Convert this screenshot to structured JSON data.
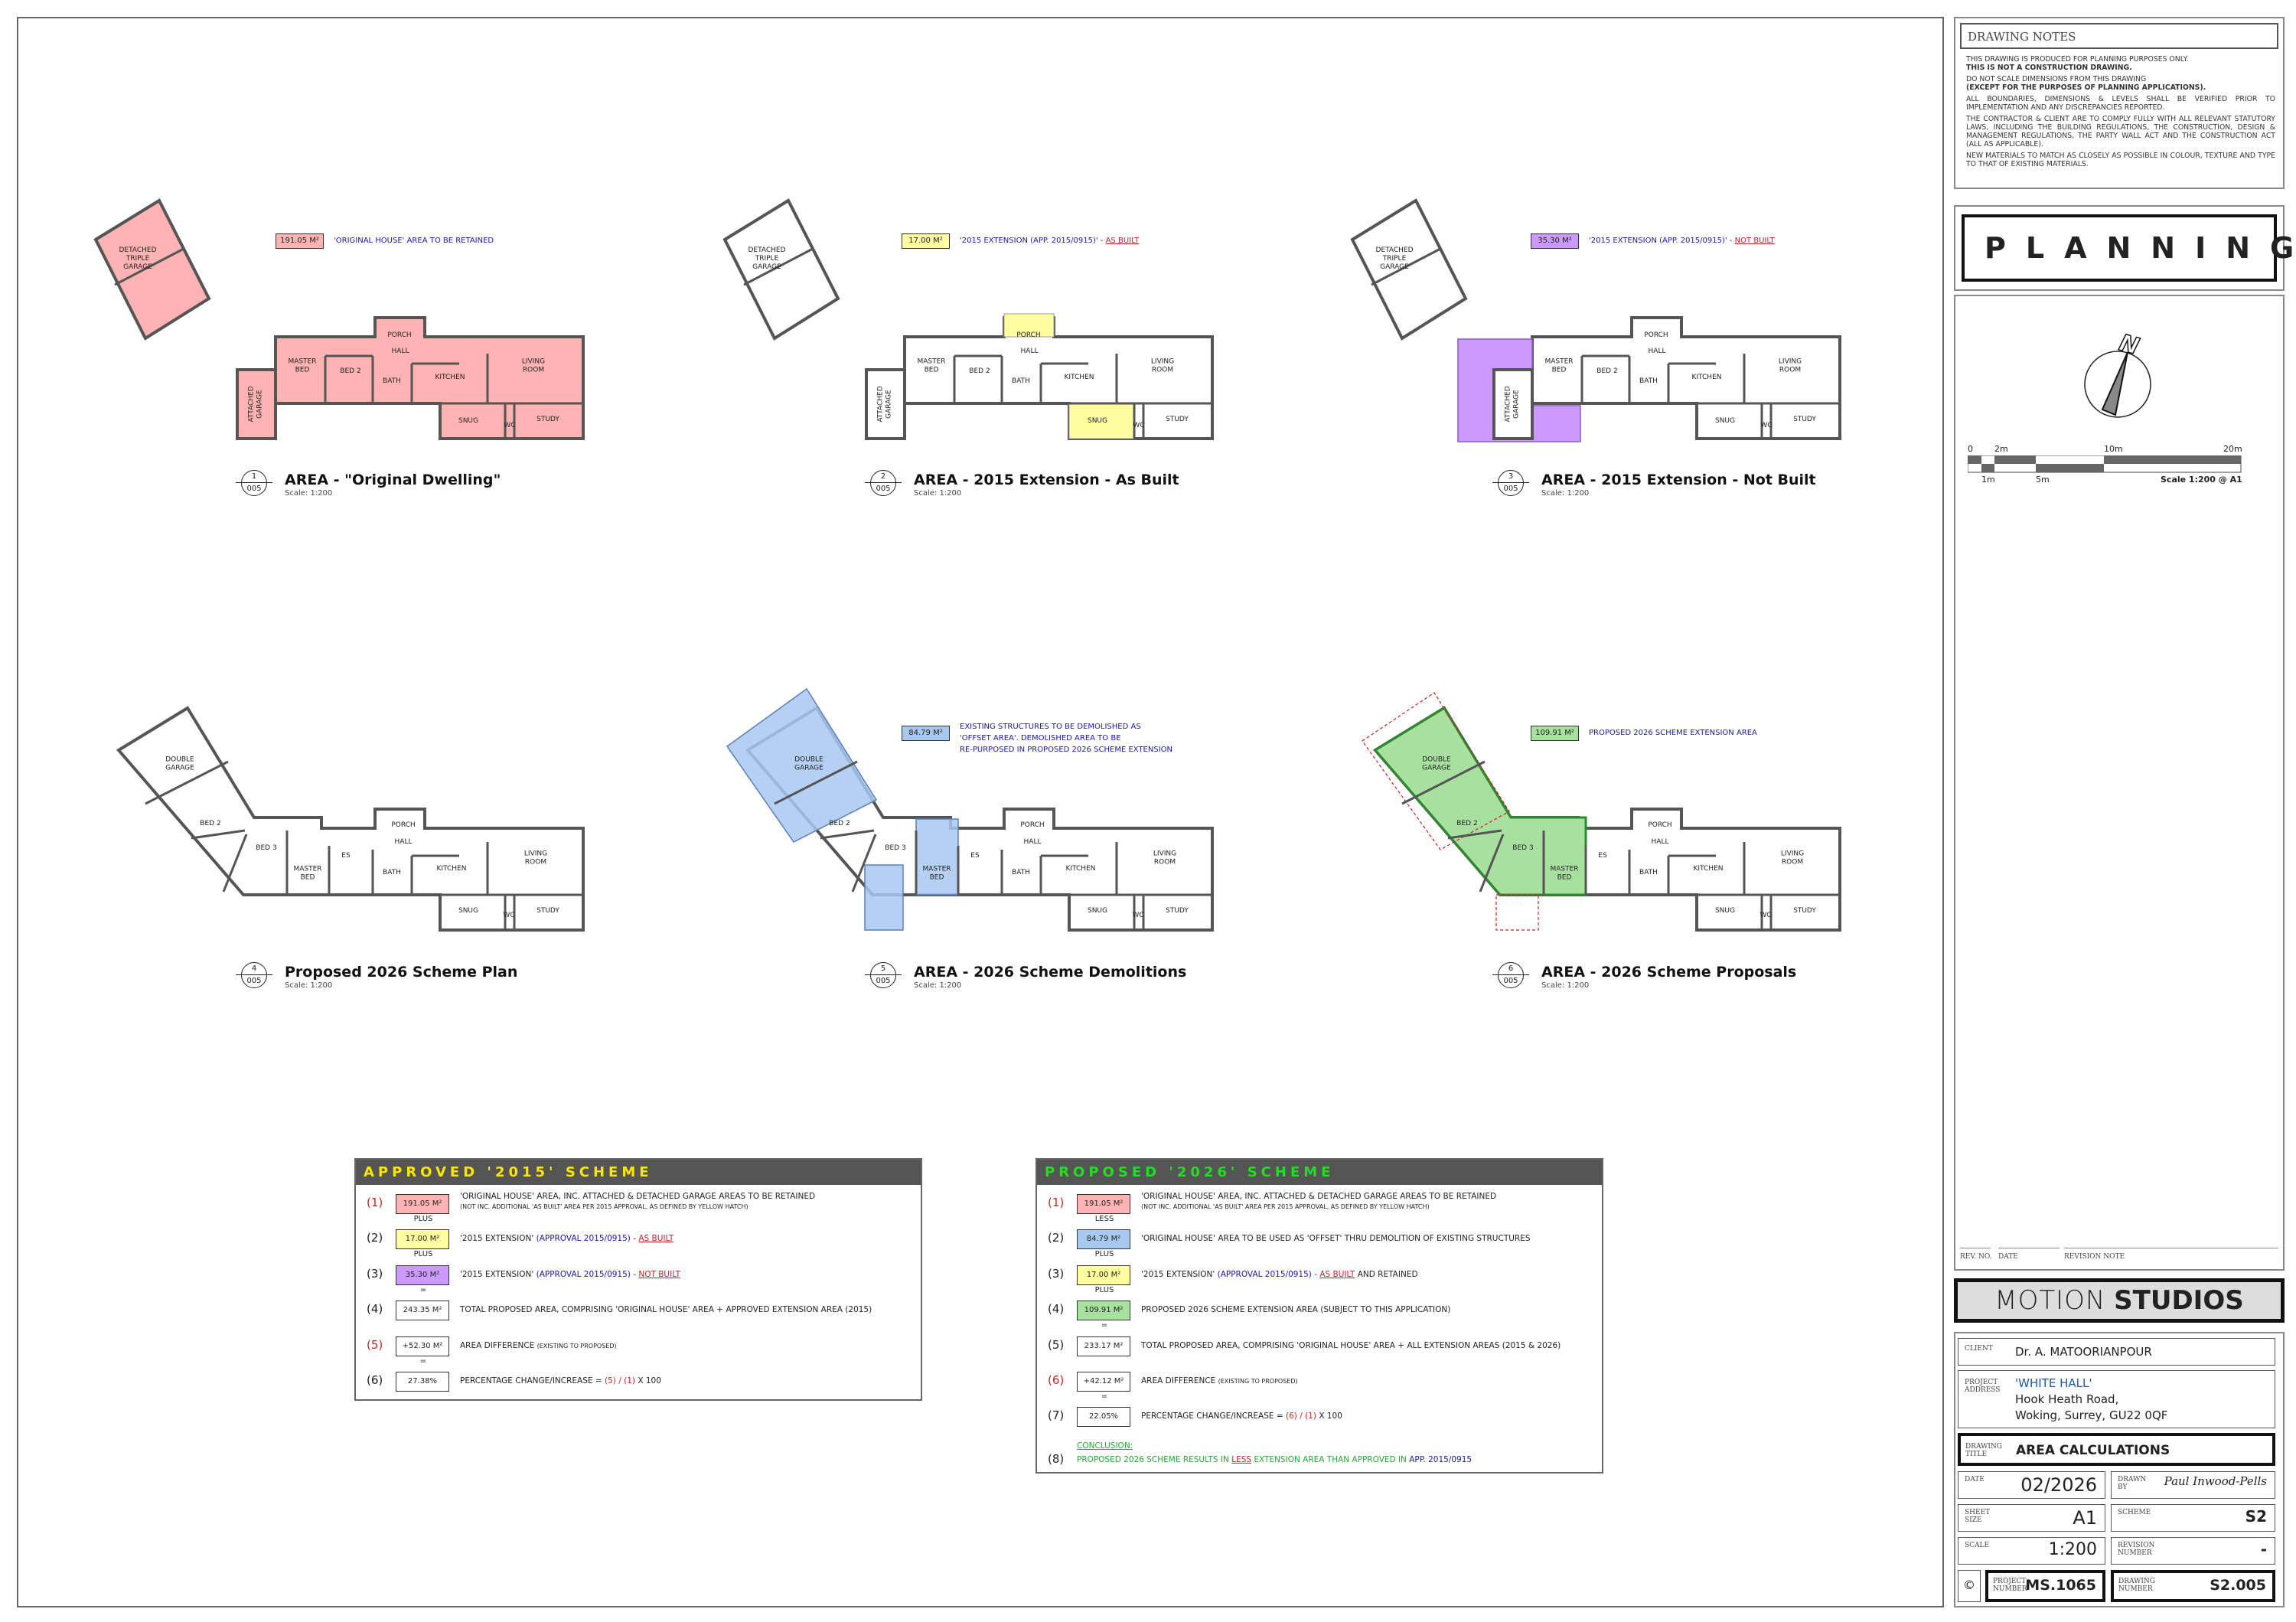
{
  "colors": {
    "original": "#ffb3b3",
    "as_built": "#ffffa0",
    "not_built": "#cc99ff",
    "demolition": "#a8c8f0",
    "proposed": "#a8e0a0",
    "red": "#cc2222",
    "blue": "#1a1aa8",
    "green": "#22aa33"
  },
  "plans": [
    {
      "num": "1",
      "sheet": "005",
      "title": "AREA - \"Original Dwelling\"",
      "scale": "Scale:  1:200",
      "tag_value": "191.05 M²",
      "tag_text": [
        {
          "t": "'ORIGINAL HOUSE' AREA TO BE RETAINED"
        }
      ]
    },
    {
      "num": "2",
      "sheet": "005",
      "title": "AREA - 2015 Extension - As Built",
      "scale": "Scale:  1:200",
      "tag_value": "17.00 M²",
      "tag_text": [
        {
          "t": "'2015 EXTENSION (APP. 2015/0915)' - "
        },
        {
          "t": "AS BUILT",
          "c": "red",
          "u": true
        }
      ]
    },
    {
      "num": "3",
      "sheet": "005",
      "title": "AREA - 2015 Extension - Not Built",
      "scale": "Scale:  1:200",
      "tag_value": "35.30 M²",
      "tag_text": [
        {
          "t": "'2015 EXTENSION (APP. 2015/0915)' - "
        },
        {
          "t": "NOT BUILT",
          "c": "red",
          "u": true
        }
      ]
    },
    {
      "num": "4",
      "sheet": "005",
      "title": "Proposed 2026 Scheme Plan",
      "scale": "Scale:  1:200"
    },
    {
      "num": "5",
      "sheet": "005",
      "title": "AREA - 2026 Scheme Demolitions",
      "scale": "Scale:  1:200",
      "tag_value": "84.79 M²",
      "tag_text": [
        {
          "t": "EXISTING STRUCTURES TO BE DEMOLISHED AS"
        },
        {
          "t": "'OFFSET AREA'.  DEMOLISHED AREA TO BE",
          "br": true
        },
        {
          "t": "RE-PURPOSED IN PROPOSED 2026 SCHEME EXTENSION",
          "br": true
        }
      ]
    },
    {
      "num": "6",
      "sheet": "005",
      "title": "AREA - 2026 Scheme Proposals",
      "scale": "Scale:  1:200",
      "tag_value": "109.91 M²",
      "tag_text": [
        {
          "t": "PROPOSED 2026 SCHEME EXTENSION AREA"
        }
      ]
    }
  ],
  "rooms_existing": [
    "DETACHED TRIPLE GARAGE",
    "ATTACHED GARAGE",
    "MASTER BED",
    "BED 2",
    "BATH",
    "KITCHEN",
    "LIVING ROOM",
    "HALL",
    "PORCH",
    "SNUG",
    "WC",
    "STUDY"
  ],
  "rooms_proposed": [
    "DOUBLE GARAGE",
    "BED 2",
    "BED 3",
    "MASTER BED",
    "ES",
    "BATH",
    "KITCHEN",
    "LIVING ROOM",
    "HALL",
    "PORCH",
    "SNUG",
    "WC",
    "STUDY"
  ],
  "approved_table": {
    "title": "APPROVED '2015' SCHEME",
    "rows": [
      {
        "n": "(1)",
        "nred": true,
        "value": "191.05 M²",
        "fill": "original",
        "text": [
          {
            "t": "'ORIGINAL HOUSE' AREA, INC. ATTACHED & DETACHED GARAGE AREAS TO BE RETAINED"
          }
        ],
        "sub": "(NOT INC. ADDITIONAL 'AS BUILT' AREA PER 2015 APPROVAL, AS DEFINED BY YELLOW HATCH)",
        "conn": "PLUS"
      },
      {
        "n": "(2)",
        "value": "17.00 M²",
        "fill": "as_built",
        "text": [
          {
            "t": "'2015 EXTENSION' "
          },
          {
            "t": "(APPROVAL 2015/0915)",
            "c": "blue"
          },
          {
            "t": " - "
          },
          {
            "t": "AS BUILT",
            "c": "red",
            "u": true
          }
        ],
        "conn": "PLUS"
      },
      {
        "n": "(3)",
        "value": "35.30 M²",
        "fill": "not_built",
        "text": [
          {
            "t": "'2015 EXTENSION' "
          },
          {
            "t": "(APPROVAL 2015/0915)",
            "c": "blue"
          },
          {
            "t": " - "
          },
          {
            "t": "NOT BUILT",
            "c": "red",
            "u": true
          }
        ],
        "conn": "="
      },
      {
        "n": "(4)",
        "value": "243.35 M²",
        "text": [
          {
            "t": "TOTAL PROPOSED AREA, COMPRISING 'ORIGINAL HOUSE' AREA + APPROVED EXTENSION AREA (2015)"
          }
        ]
      },
      {
        "n": "(5)",
        "nred": true,
        "value": "+52.30 M²",
        "text": [
          {
            "t": "AREA DIFFERENCE  "
          },
          {
            "t": "(EXISTING TO PROPOSED)",
            "small": true
          }
        ],
        "conn": "="
      },
      {
        "n": "(6)",
        "value": "27.38%",
        "text": [
          {
            "t": "PERCENTAGE CHANGE/INCREASE  =  "
          },
          {
            "t": "(5) / (1)",
            "c": "red"
          },
          {
            "t": " X 100"
          }
        ]
      }
    ]
  },
  "proposed_table": {
    "title": "PROPOSED '2026' SCHEME",
    "rows": [
      {
        "n": "(1)",
        "nred": true,
        "value": "191.05 M²",
        "fill": "original",
        "text": [
          {
            "t": "'ORIGINAL HOUSE' AREA, INC. ATTACHED & DETACHED GARAGE AREAS TO BE RETAINED"
          }
        ],
        "sub": "(NOT INC. ADDITIONAL 'AS BUILT' AREA PER 2015 APPROVAL, AS DEFINED BY YELLOW HATCH)",
        "conn": "LESS"
      },
      {
        "n": "(2)",
        "value": "84.79 M²",
        "fill": "demolition",
        "text": [
          {
            "t": "'ORIGINAL HOUSE' AREA TO BE USED AS 'OFFSET' THRU DEMOLITION OF EXISTING STRUCTURES"
          }
        ],
        "conn": "PLUS"
      },
      {
        "n": "(3)",
        "value": "17.00 M²",
        "fill": "as_built",
        "text": [
          {
            "t": "'2015 EXTENSION' "
          },
          {
            "t": "(APPROVAL 2015/0915)",
            "c": "blue"
          },
          {
            "t": " - "
          },
          {
            "t": "AS BUILT",
            "c": "red",
            "u": true
          },
          {
            "t": " AND RETAINED"
          }
        ],
        "conn": "PLUS"
      },
      {
        "n": "(4)",
        "value": "109.91 M²",
        "fill": "proposed",
        "text": [
          {
            "t": "PROPOSED 2026 SCHEME EXTENSION AREA (SUBJECT TO THIS APPLICATION)"
          }
        ],
        "conn": "="
      },
      {
        "n": "(5)",
        "value": "233.17 M²",
        "text": [
          {
            "t": "TOTAL PROPOSED AREA, COMPRISING 'ORIGINAL HOUSE' AREA + ALL EXTENSION AREAS (2015 & 2026)"
          }
        ]
      },
      {
        "n": "(6)",
        "nred": true,
        "value": "+42.12 M²",
        "text": [
          {
            "t": "AREA DIFFERENCE  "
          },
          {
            "t": "(EXISTING TO PROPOSED)",
            "small": true
          }
        ],
        "conn": "="
      },
      {
        "n": "(7)",
        "value": "22.05%",
        "text": [
          {
            "t": "PERCENTAGE CHANGE/INCREASE  =  "
          },
          {
            "t": "(6) / (1)",
            "c": "red"
          },
          {
            "t": " X 100"
          }
        ]
      },
      {
        "n": "(8)",
        "conclusion_label": "CONCLUSION:",
        "text": [
          {
            "t": "PROPOSED 2026 SCHEME RESULTS IN ",
            "c": "green"
          },
          {
            "t": "LESS",
            "c": "red",
            "u": true
          },
          {
            "t": " EXTENSION AREA THAN APPROVED IN ",
            "c": "green"
          },
          {
            "t": "APP. 2015/0915",
            "c": "blue"
          }
        ]
      }
    ]
  },
  "title_block": {
    "notes_title": "DRAWING NOTES",
    "notes": [
      {
        "t": "THIS DRAWING IS PRODUCED FOR PLANNING PURPOSES ONLY."
      },
      {
        "t": "THIS IS NOT A CONSTRUCTION DRAWING.",
        "b": true,
        "join": true
      },
      {
        "t": "DO NOT SCALE DIMENSIONS FROM THIS DRAWING"
      },
      {
        "t": "(EXCEPT FOR THE PURPOSES OF PLANNING APPLICATIONS).",
        "b": true,
        "join": true
      },
      {
        "t": "ALL BOUNDARIES, DIMENSIONS & LEVELS SHALL BE VERIFIED PRIOR TO IMPLEMENTATION AND ANY DISCREPANCIES REPORTED."
      },
      {
        "t": "THE CONTRACTOR & CLIENT ARE TO COMPLY FULLY WITH ALL RELEVANT STATUTORY LAWS, INCLUDING THE BUILDING REGULATIONS, THE CONSTRUCTION, DESIGN & MANAGEMENT REGULATIONS, THE PARTY WALL ACT AND THE CONSTRUCTION ACT (ALL AS APPLICABLE)."
      },
      {
        "t": "NEW MATERIALS TO MATCH AS CLOSELY AS POSSIBLE IN COLOUR, TEXTURE AND TYPE TO THAT OF EXISTING MATERIALS."
      }
    ],
    "stage": "PLANNING",
    "north": "N",
    "scale_bar": {
      "top": [
        "0",
        "2m",
        "10m",
        "20m"
      ],
      "bottom": [
        "1m",
        "5m"
      ],
      "caption": "Scale 1:200 @ A1"
    },
    "rev_headers": [
      "REV. NO.",
      "DATE",
      "REVISION NOTE"
    ],
    "company_light": "MOTION",
    "company_bold": "STUDIOS",
    "client_label": "CLIENT",
    "client": "Dr. A. MATOORIANPOUR",
    "address_label": "PROJECT ADDRESS",
    "address_name": "'WHITE HALL'",
    "address_1": "Hook Heath Road,",
    "address_2": "Woking, Surrey, GU22 0QF",
    "title_label": "DRAWING TITLE",
    "title": "AREA CALCULATIONS",
    "date_label": "DATE",
    "date": "02/2026",
    "drawn_label": "DRAWN BY",
    "drawn": "Paul Inwood-Pells",
    "sheet_label": "SHEET SIZE",
    "sheet": "A1",
    "scheme_label": "SCHEME",
    "scheme": "S2",
    "scale_label": "SCALE",
    "scale": "1:200",
    "revision_label": "REVISION NUMBER",
    "revision": "-",
    "copyright": "©",
    "project_label": "PROJECT NUMBER",
    "project": "MS.1065",
    "drawing_label": "DRAWING NUMBER",
    "drawing": "S2.005"
  }
}
